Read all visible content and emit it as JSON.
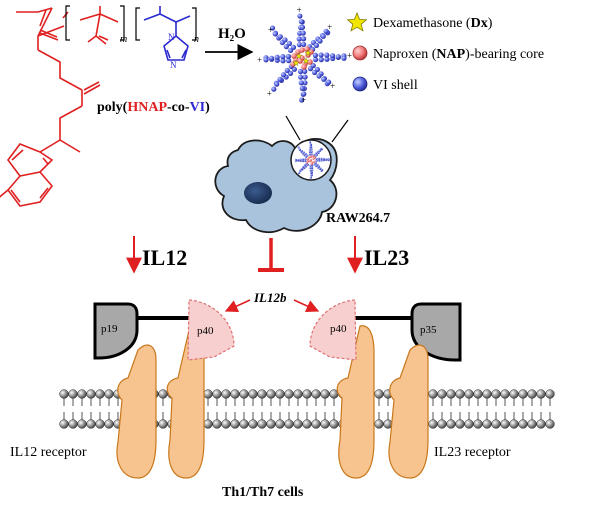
{
  "polymer": {
    "subscript_m": "m",
    "subscript_n": "n",
    "name_prefix": "poly(",
    "name_hnap": "HNAP",
    "name_mid": "-co-",
    "name_vi": "VI",
    "name_suffix": ")"
  },
  "reaction": {
    "reagent": "H₂O"
  },
  "legend": {
    "dx_label_prefix": "Dexamethasone (",
    "dx_label_bold": "Dx",
    "dx_label_suffix": ")",
    "nap_label_prefix": "Naproxen (",
    "nap_label_bold": "NAP",
    "nap_label_suffix": ")-bearing core",
    "vi_label": "VI shell"
  },
  "cell": {
    "label": "RAW264.7"
  },
  "cytokines": {
    "left": "IL12",
    "right": "IL23",
    "shared_gene": "IL12b",
    "p19": "p19",
    "p40_left": "p40",
    "p40_right": "p40",
    "p35": "p35"
  },
  "receptors": {
    "left": "IL12 receptor",
    "right": "IL23 receptor",
    "cells": "Th1/Th7 cells"
  },
  "colors": {
    "red": "#e02020",
    "blue": "#2a2ad0",
    "cell_fill": "#a9c3dc",
    "nucleus": "#1f3b66",
    "receptor": "#f7c38f",
    "p40_fill": "#f7cfcf",
    "gray_subunit": "#a8a8a8"
  }
}
